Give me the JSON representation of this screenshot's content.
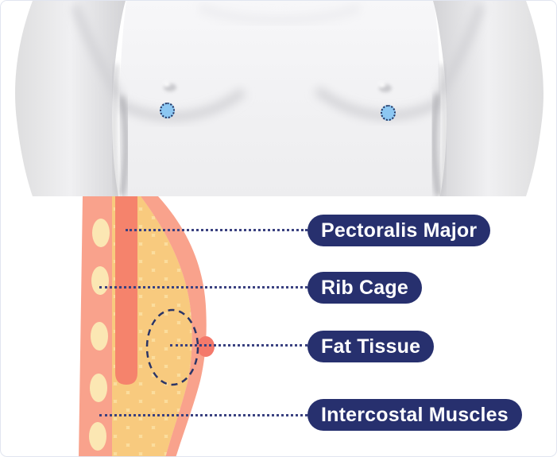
{
  "frame": {
    "background": "#ffffff",
    "border_color": "#e1e5f0"
  },
  "torso": {
    "description_markers": [
      {
        "id": "left-nipple-marker",
        "fill": "#8cc7f2",
        "border": "#24335f"
      },
      {
        "id": "right-nipple-marker",
        "fill": "#8cc7f2",
        "border": "#24335f"
      }
    ]
  },
  "diagram": {
    "labels": [
      {
        "text": "Pectoralis Major"
      },
      {
        "text": "Rib Cage"
      },
      {
        "text": "Fat Tissue"
      },
      {
        "text": "Intercostal Muscles"
      }
    ],
    "label_pill_color": "#27306e",
    "label_text_color": "#ffffff",
    "leader_line_color": "#3a4180",
    "layers": {
      "skin_color": "#f9a28c",
      "muscle_color": "#f5836c",
      "rib_color": "#fbe7b3",
      "fat_base_color": "#fbdd9d",
      "fat_cell_color": "#f8ca7e",
      "nipple_color": "#f4796b",
      "focus_ellipse_color": "#2b3567"
    }
  }
}
